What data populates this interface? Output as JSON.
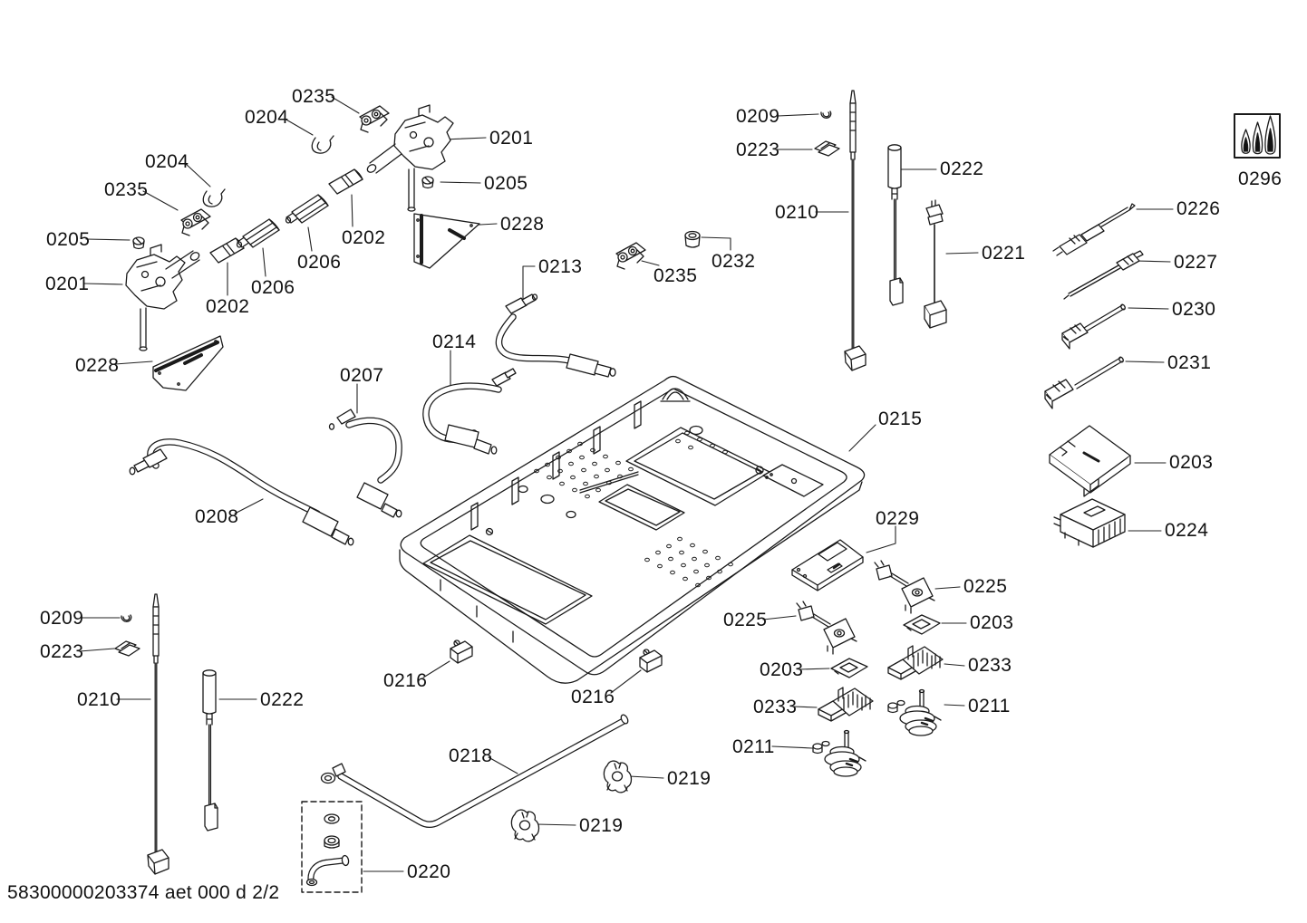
{
  "footer": "58300000203374 aet 000 d 2/2",
  "colors": {
    "line": "#1a1a1a",
    "label": "#111111",
    "background": "#ffffff"
  },
  "flame_symbol_label": "0296",
  "callouts": [
    {
      "text": "0235"
    },
    {
      "text": "0204"
    },
    {
      "text": "0201"
    },
    {
      "text": "0204"
    },
    {
      "text": "0235"
    },
    {
      "text": "0205"
    },
    {
      "text": "0202"
    },
    {
      "text": "0206"
    },
    {
      "text": "0228"
    },
    {
      "text": "0205"
    },
    {
      "text": "0201"
    },
    {
      "text": "0206"
    },
    {
      "text": "0202"
    },
    {
      "text": "0213"
    },
    {
      "text": "0235"
    },
    {
      "text": "0232"
    },
    {
      "text": "0228"
    },
    {
      "text": "0214"
    },
    {
      "text": "0207"
    },
    {
      "text": "0208"
    },
    {
      "text": "0215"
    },
    {
      "text": "0229"
    },
    {
      "text": "0209"
    },
    {
      "text": "0223"
    },
    {
      "text": "0222"
    },
    {
      "text": "0210"
    },
    {
      "text": "0221"
    },
    {
      "text": "0296"
    },
    {
      "text": "0226"
    },
    {
      "text": "0227"
    },
    {
      "text": "0230"
    },
    {
      "text": "0231"
    },
    {
      "text": "0203"
    },
    {
      "text": "0224"
    },
    {
      "text": "0225"
    },
    {
      "text": "0203"
    },
    {
      "text": "0233"
    },
    {
      "text": "0211"
    },
    {
      "text": "0225"
    },
    {
      "text": "0203"
    },
    {
      "text": "0233"
    },
    {
      "text": "0211"
    },
    {
      "text": "0209"
    },
    {
      "text": "0223"
    },
    {
      "text": "0210"
    },
    {
      "text": "0222"
    },
    {
      "text": "0216"
    },
    {
      "text": "0216"
    },
    {
      "text": "0218"
    },
    {
      "text": "0219"
    },
    {
      "text": "0219"
    },
    {
      "text": "0220"
    }
  ]
}
